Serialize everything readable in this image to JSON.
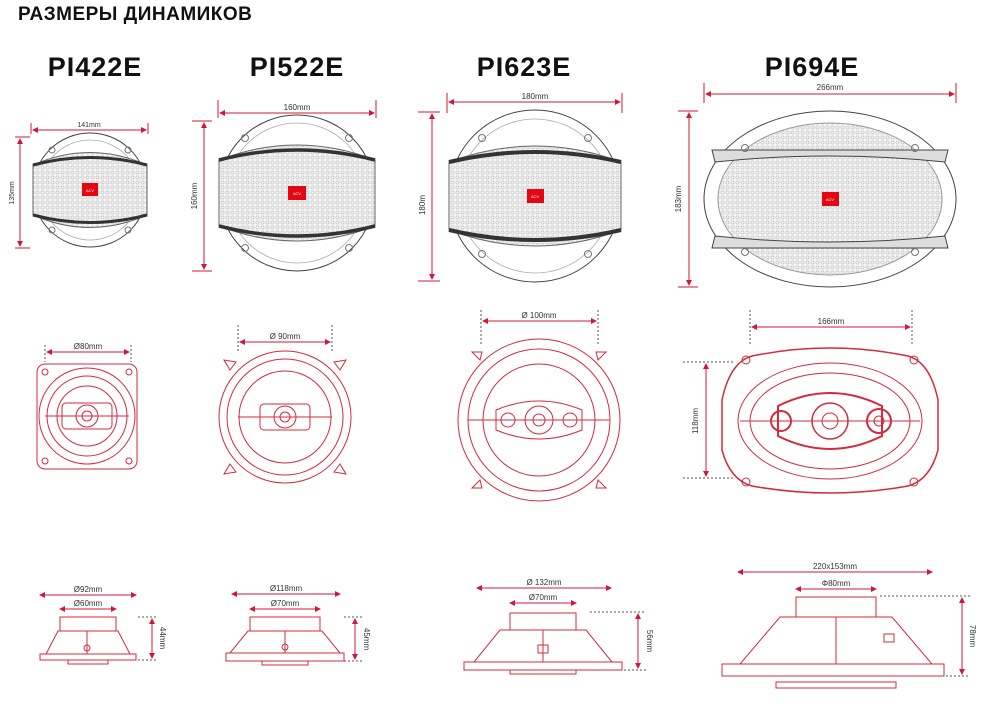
{
  "title": "РАЗМЕРЫ ДИНАМИКОВ",
  "models": [
    {
      "name": "PI422E",
      "front": {
        "width": "141mm",
        "height": "135mm",
        "logo": "ACV"
      },
      "rear": {
        "diameter": "Ø80mm"
      },
      "side": {
        "outer": "Ø92mm",
        "inner": "Ø60mm",
        "depth": "44mm"
      }
    },
    {
      "name": "PI522E",
      "front": {
        "width": "160mm",
        "height": "160mm",
        "logo": "ACV"
      },
      "rear": {
        "diameter": "Ø 90mm"
      },
      "side": {
        "outer": "Ø118mm",
        "inner": "Ø70mm",
        "depth": "45mm"
      }
    },
    {
      "name": "PI623E",
      "front": {
        "width": "180mm",
        "height": "180m",
        "logo": "ACV"
      },
      "rear": {
        "diameter": "Ø 100mm"
      },
      "side": {
        "outer": "Ø 132mm",
        "inner": "Ø70mm",
        "depth": "56mm"
      }
    },
    {
      "name": "PI694E",
      "front": {
        "width": "266mm",
        "height": "183mm",
        "logo": "ACV"
      },
      "rear": {
        "width": "166mm",
        "height": "118mm"
      },
      "side": {
        "outer": "220x153mm",
        "inner": "Φ80mm",
        "depth": "78mm"
      }
    }
  ],
  "colors": {
    "line": "#d42a3a",
    "logo": "#e30613",
    "dim": "#d0193a",
    "mesh": "#cfcfcf",
    "frame": "#555555"
  }
}
